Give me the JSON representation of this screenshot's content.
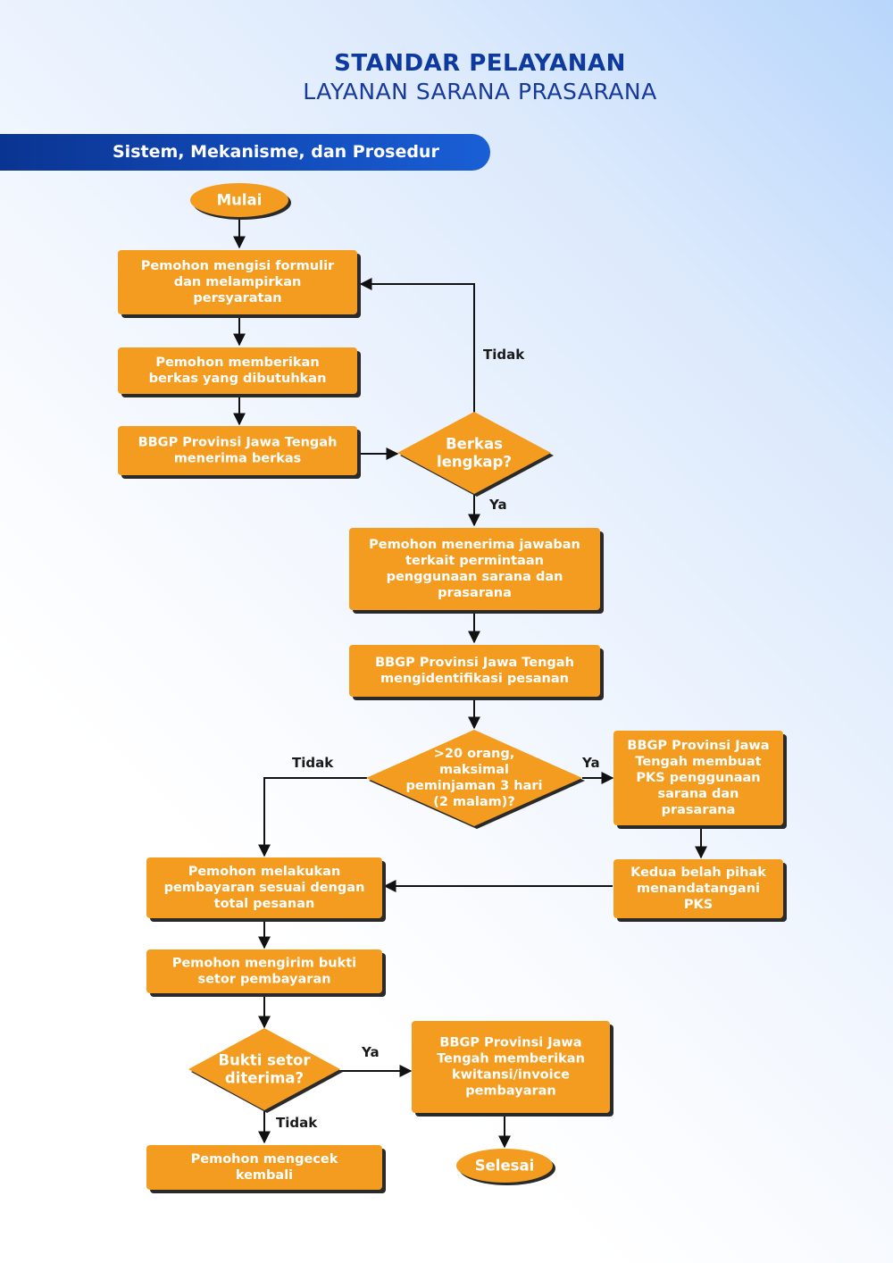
{
  "header": {
    "title": "STANDAR PELAYANAN",
    "subtitle": "LAYANAN SARANA PRASARANA",
    "section": "Sistem, Mekanisme, dan Prosedur"
  },
  "colors": {
    "node_fill": "#f39c1f",
    "node_shadow": "#2a2a2a",
    "title_blue": "#0e3aa0",
    "band_blue": "#0a3491"
  },
  "flow": {
    "nodes": {
      "start": [
        "Mulai"
      ],
      "fill_form": [
        "Pemohon mengisi formulir",
        "dan melampirkan",
        "persyaratan"
      ],
      "give_files": [
        "Pemohon memberikan",
        "berkas yang dibutuhkan"
      ],
      "receive_files": [
        "BBGP Provinsi Jawa Tengah",
        "menerima berkas"
      ],
      "files_complete": [
        "Berkas",
        "lengkap?"
      ],
      "receive_answer": [
        "Pemohon menerima jawaban",
        "terkait permintaan",
        "penggunaan sarana dan",
        "prasarana"
      ],
      "identify_order": [
        "BBGP Provinsi Jawa Tengah",
        "mengidentifikasi pesanan"
      ],
      "capacity_check": [
        ">20 orang,",
        "maksimal",
        "peminjaman 3 hari",
        "(2 malam)?"
      ],
      "make_pks": [
        "BBGP Provinsi Jawa",
        "Tengah membuat",
        "PKS penggunaan",
        "sarana dan",
        "prasarana"
      ],
      "sign_pks": [
        "Kedua belah pihak",
        "menandatangani",
        "PKS"
      ],
      "pay": [
        "Pemohon melakukan",
        "pembayaran sesuai dengan",
        "total  pesanan"
      ],
      "send_proof": [
        "Pemohon mengirim bukti",
        "setor pembayaran"
      ],
      "proof_received": [
        "Bukti setor",
        "diterima?"
      ],
      "invoice": [
        "BBGP Provinsi Jawa",
        "Tengah memberikan",
        "kwitansi/invoice",
        "pembayaran"
      ],
      "recheck": [
        "Pemohon mengecek",
        "kembali"
      ],
      "end": [
        "Selesai"
      ]
    },
    "edge_labels": {
      "no_1": "Tidak",
      "yes_1": "Ya",
      "no_2": "Tidak",
      "yes_2": "Ya",
      "yes_3": "Ya",
      "no_3": "Tidak"
    }
  }
}
